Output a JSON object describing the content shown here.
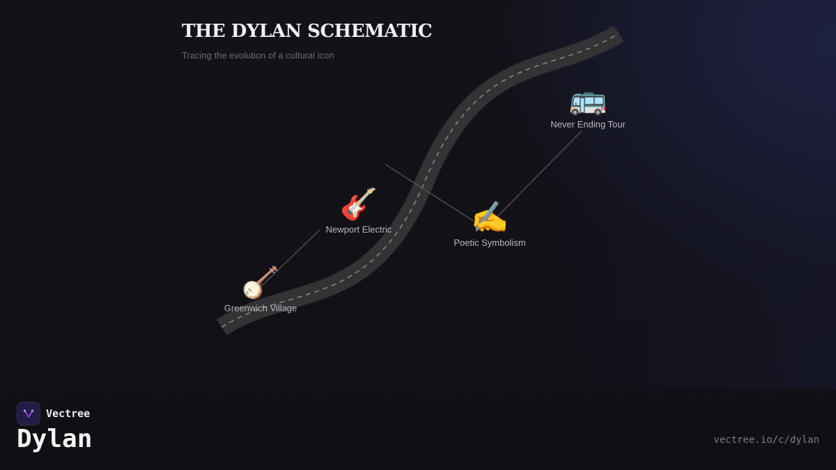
{
  "header": {
    "title": "THE DYLAN SCHEMATIC",
    "subtitle": "Tracing the evolution of a cultural icon"
  },
  "milestones": [
    {
      "label": "Greenwich Village",
      "icon": "🪕",
      "icon_name": "banjo-icon"
    },
    {
      "label": "Newport Electric",
      "icon": "🎸",
      "icon_name": "electric-guitar-icon"
    },
    {
      "label": "Poetic Symbolism",
      "icon": "✍️",
      "icon_name": "writing-hand-icon"
    },
    {
      "label": "Never Ending Tour",
      "icon": "🚌",
      "icon_name": "tour-bus-icon"
    }
  ],
  "branding": {
    "brand_name": "Vectree",
    "subject": "Dylan",
    "url": "vectree.io/c/dylan"
  },
  "colors": {
    "background": "#111116",
    "road": "#333335",
    "road_dash": "#8a8a8a",
    "connector": "#55555a",
    "brand_accent": "#a855f7"
  }
}
